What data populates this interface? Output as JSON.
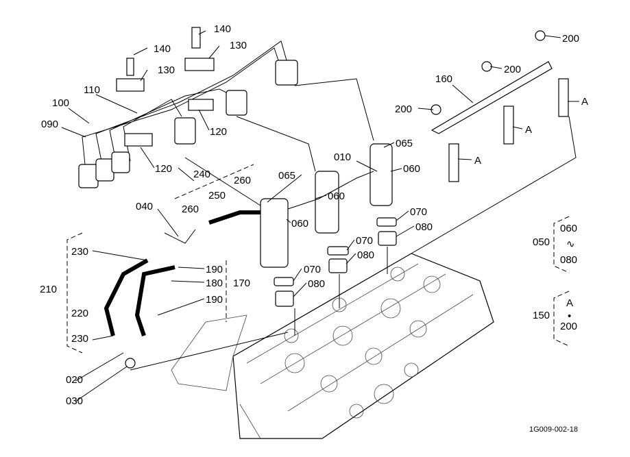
{
  "diagram": {
    "labels": [
      "140",
      "140",
      "130",
      "130",
      "200",
      "200",
      "200",
      "160",
      "A",
      "A",
      "A",
      "110",
      "100",
      "090",
      "120",
      "120",
      "240",
      "260",
      "250",
      "260",
      "040",
      "065",
      "010",
      "065",
      "060",
      "060",
      "060",
      "070",
      "080",
      "070",
      "080",
      "070",
      "080",
      "230",
      "210",
      "190",
      "180",
      "170",
      "190",
      "220",
      "230",
      "020",
      "030",
      "050",
      "060",
      "∿",
      "080",
      "150",
      "A",
      "•",
      "200"
    ],
    "figure_code": "1G009-002-18"
  }
}
